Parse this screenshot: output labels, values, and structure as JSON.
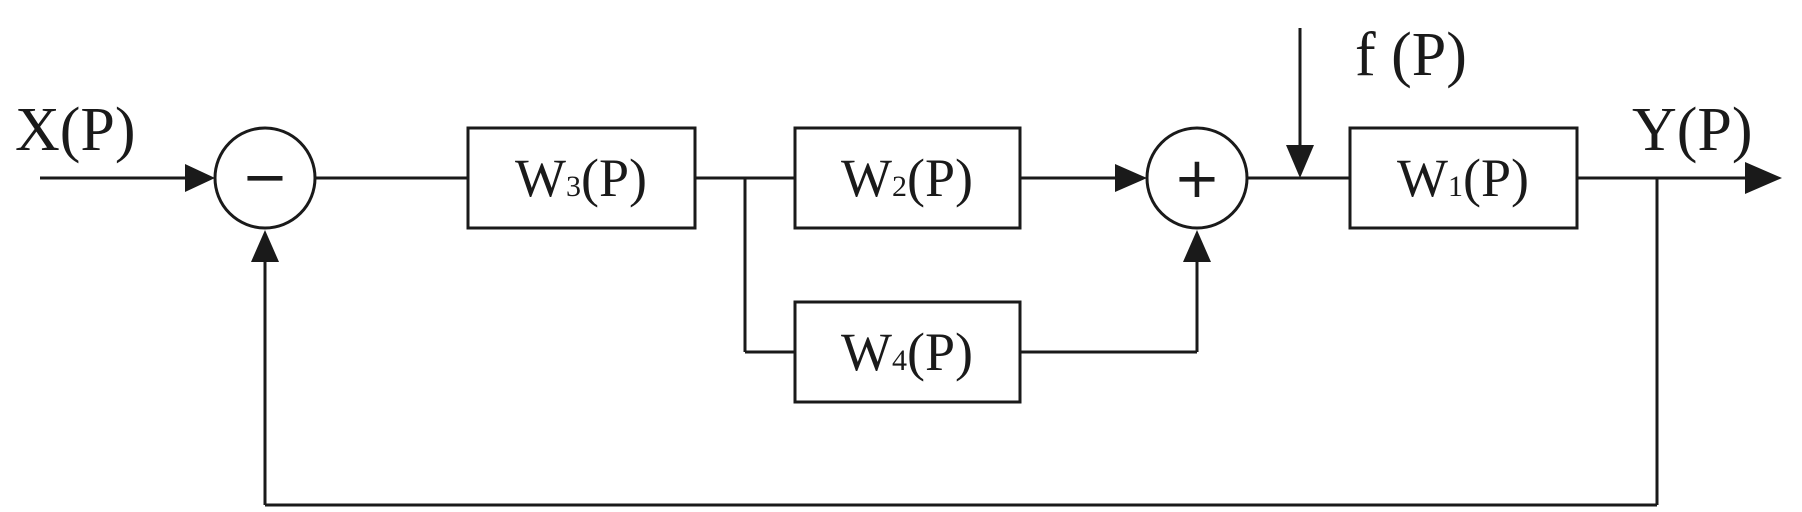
{
  "input_label": "X(P)",
  "output_label": "Y(P)",
  "disturbance_label": "f (P)",
  "sum1_sign": "−",
  "sum2_sign": "+",
  "blocks": {
    "w3": {
      "letter": "W",
      "sub": "3",
      "arg": "(P)"
    },
    "w2": {
      "letter": "W",
      "sub": "2",
      "arg": "(P)"
    },
    "w4": {
      "letter": "W",
      "sub": "4",
      "arg": "(P)"
    },
    "w1": {
      "letter": "W",
      "sub": "1",
      "arg": "(P)"
    }
  }
}
